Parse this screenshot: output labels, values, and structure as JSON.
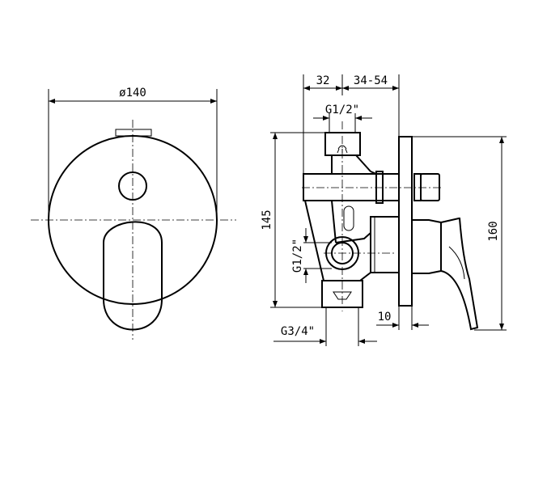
{
  "drawing": {
    "front_view": {
      "diameter_label": "ø140"
    },
    "side_view": {
      "depth_label": "32",
      "depth_range_label": "34-54",
      "top_outlet_label": "G1/2\"",
      "height_body_label": "145",
      "side_outlet_label": "G1/2\"",
      "plate_label": "10",
      "inlet_label": "G3/4\"",
      "height_total_label": "160"
    },
    "colors": {
      "line": "#000000",
      "background": "#ffffff"
    }
  }
}
